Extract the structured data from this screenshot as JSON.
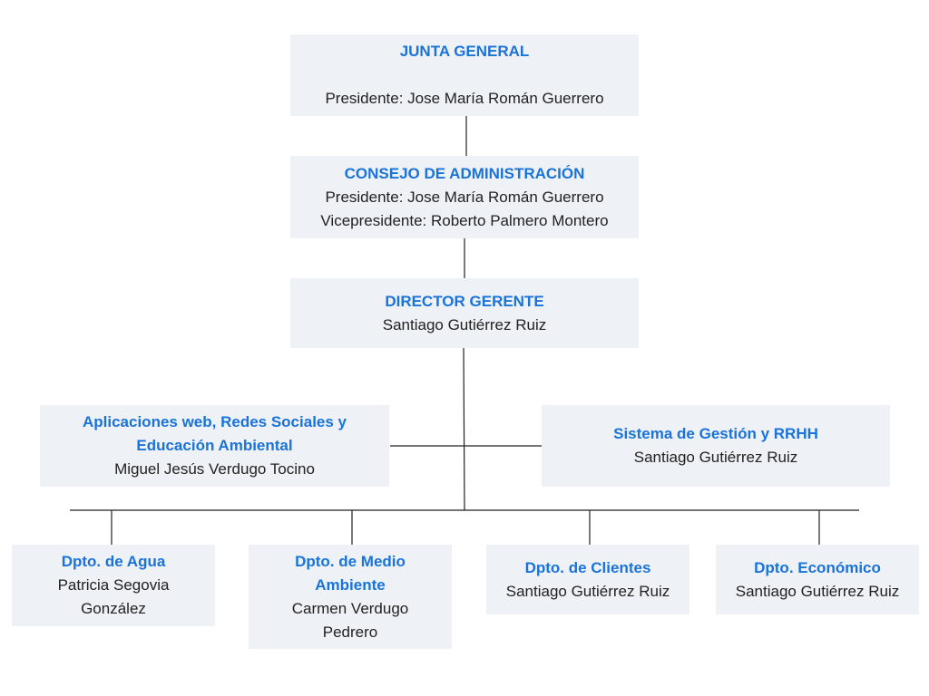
{
  "org": {
    "junta": {
      "title": "JUNTA GENERAL",
      "lines": [
        "Presidente: Jose María Román Guerrero"
      ]
    },
    "consejo": {
      "title": "CONSEJO DE ADMINISTRACIÓN",
      "lines": [
        "Presidente: Jose María Román Guerrero",
        "Vicepresidente: Roberto Palmero Montero"
      ]
    },
    "director": {
      "title": "DIRECTOR GERENTE",
      "lines": [
        "Santiago Gutiérrez Ruiz"
      ]
    },
    "aplicaciones": {
      "title_1": "Aplicaciones web, Redes Sociales y",
      "title_2": "Educación Ambiental",
      "lines": [
        "Miguel Jesús Verdugo Tocino"
      ]
    },
    "sistema": {
      "title": "Sistema de Gestión y RRHH",
      "lines": [
        "Santiago Gutiérrez Ruiz"
      ]
    },
    "agua": {
      "title": "Dpto. de Agua",
      "lines": [
        "Patricia Segovia",
        "González"
      ]
    },
    "medio": {
      "title_1": "Dpto. de Medio",
      "title_2": "Ambiente",
      "lines": [
        "Carmen Verdugo",
        "Pedrero"
      ]
    },
    "clientes": {
      "title": "Dpto. de Clientes",
      "lines": [
        "Santiago Gutiérrez Ruiz"
      ]
    },
    "economico": {
      "title": "Dpto. Económico",
      "lines": [
        "Santiago Gutiérrez Ruiz"
      ]
    }
  },
  "colors": {
    "title": "#1a73d9",
    "text": "#222222",
    "box": "#eef1f5",
    "connector": "#222222"
  }
}
